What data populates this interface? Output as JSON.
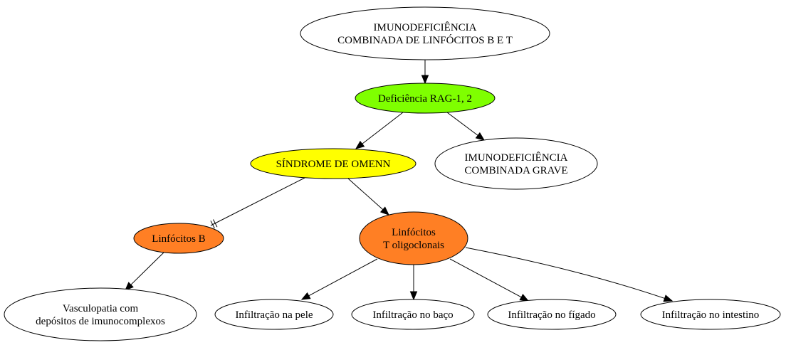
{
  "diagram": {
    "nodes": {
      "scid_bt": {
        "lines": [
          "IMUNODEFICIÊNCIA",
          "COMBINADA DE LINFÓCITOS B E T"
        ],
        "fill": "#ffffff"
      },
      "rag": {
        "lines": [
          "Deficiência RAG-1, 2"
        ],
        "fill": "#7fff00"
      },
      "omenn": {
        "lines": [
          "SÍNDROME DE OMENN"
        ],
        "fill": "#ffff00"
      },
      "scid_grave": {
        "lines": [
          "IMUNODEFICIÊNCIA",
          "COMBINADA GRAVE"
        ],
        "fill": "#ffffff"
      },
      "linf_b": {
        "lines": [
          "Linfócitos B"
        ],
        "fill": "#ff7f24"
      },
      "linf_t": {
        "lines": [
          "Linfócitos",
          "T oligoclonais"
        ],
        "fill": "#ff7f24"
      },
      "vasculo": {
        "lines": [
          "Vasculopatia com",
          "depósitos de imunocomplexos"
        ],
        "fill": "#ffffff"
      },
      "pele": {
        "lines": [
          "Infiltração na pele"
        ],
        "fill": "#ffffff"
      },
      "baco": {
        "lines": [
          "Infiltração no baço"
        ],
        "fill": "#ffffff"
      },
      "figado": {
        "lines": [
          "Infiltração no fígado"
        ],
        "fill": "#ffffff"
      },
      "intestino": {
        "lines": [
          "Infiltração no intestino"
        ],
        "fill": "#ffffff"
      }
    },
    "edges": [
      {
        "from": "scid_bt",
        "to": "rag",
        "head": "arrow"
      },
      {
        "from": "rag",
        "to": "omenn",
        "head": "arrow"
      },
      {
        "from": "rag",
        "to": "scid_grave",
        "head": "arrow"
      },
      {
        "from": "omenn",
        "to": "linf_b",
        "head": "tee"
      },
      {
        "from": "omenn",
        "to": "linf_t",
        "head": "arrow"
      },
      {
        "from": "linf_b",
        "to": "vasculo",
        "head": "arrow"
      },
      {
        "from": "linf_t",
        "to": "pele",
        "head": "arrow"
      },
      {
        "from": "linf_t",
        "to": "baco",
        "head": "arrow"
      },
      {
        "from": "linf_t",
        "to": "figado",
        "head": "arrow"
      },
      {
        "from": "linf_t",
        "to": "intestino",
        "head": "arrow"
      }
    ]
  }
}
